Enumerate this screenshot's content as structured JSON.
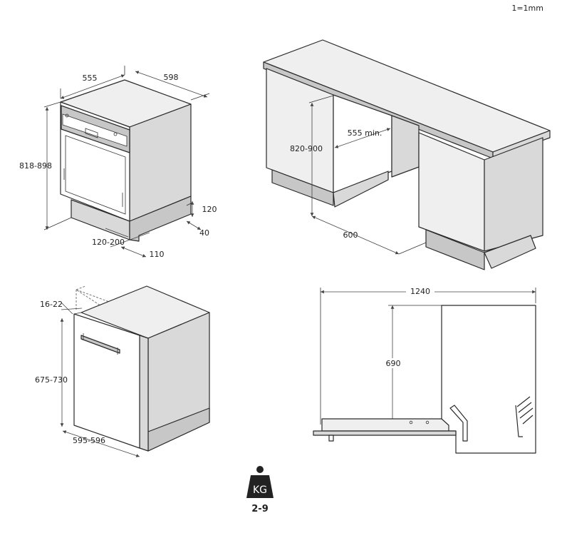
{
  "scale_note": "1=1mm",
  "top_left": {
    "width": "555",
    "depth": "598",
    "height": "818-898",
    "plinth_height": "120",
    "plinth_depth": "40",
    "plinth_setback": "120-200",
    "foot_depth": "110"
  },
  "top_right": {
    "niche_height": "820-900",
    "niche_width": "555 min.",
    "niche_depth": "600"
  },
  "bottom_left": {
    "panel_thickness": "16-22",
    "panel_height": "675-730",
    "panel_width": "595-596"
  },
  "bottom_right": {
    "door_open_length": "1240",
    "appliance_height": "690"
  },
  "weight": {
    "icon_label": "KG",
    "value": "2-9"
  }
}
